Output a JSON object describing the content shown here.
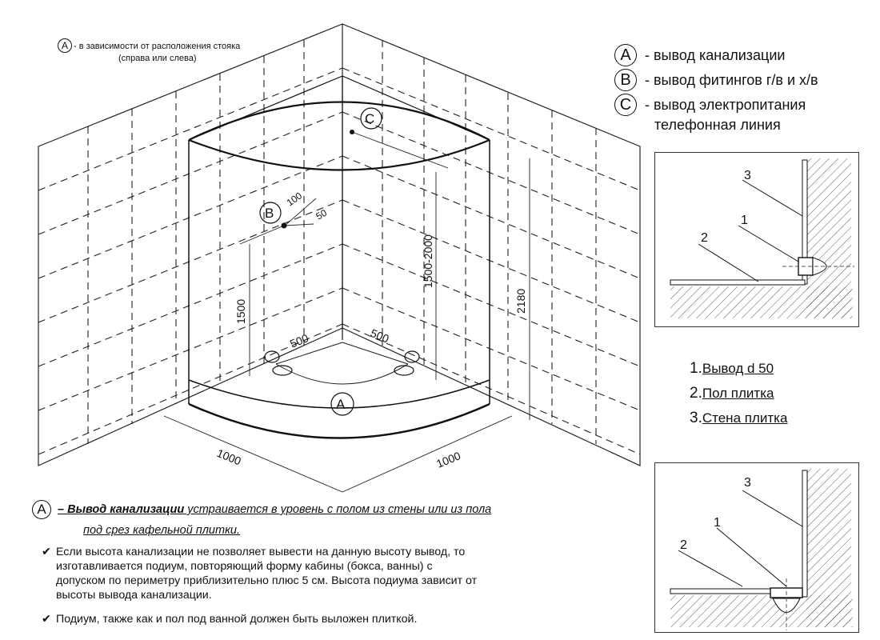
{
  "top_note": {
    "label": "A",
    "text": "- в зависимости от расположения стояка",
    "text2": "(справа или слева)"
  },
  "legend": [
    {
      "label": "A",
      "text": "- вывод канализации"
    },
    {
      "label": "B",
      "text": "- вывод фитингов г/в и х/в"
    },
    {
      "label": "C",
      "text": "- вывод электропитания"
    },
    {
      "label": "",
      "text": "телефонная линия"
    }
  ],
  "diagram": {
    "marker_a": "A",
    "marker_b": "B",
    "marker_c": "C",
    "dim_100": "100",
    "dim_50": "50",
    "dim_1500": "1500",
    "dim_1500_2000": "1500-2000",
    "dim_2180": "2180",
    "dim_500_left": "500",
    "dim_500_right": "500",
    "dim_1000_left": "1000",
    "dim_1000_right": "1000"
  },
  "detail_labels": {
    "top_1": "1",
    "top_2": "2",
    "top_3": "3",
    "bot_1": "1",
    "bot_2": "2",
    "bot_3": "3"
  },
  "parts_list": [
    {
      "num": "1.",
      "text": "Вывод d 50"
    },
    {
      "num": "2.",
      "text": "Пол плитка"
    },
    {
      "num": "3.",
      "text": "Стена плитка"
    }
  ],
  "notes": {
    "label": "A",
    "heading_bold": "– Вывод канализации",
    "heading_rest": " устраивается в уровень с полом из стены или из пола",
    "heading_line2": "под срез кафельной плитки.",
    "bullet1_lines": [
      "Если высота канализации не позволяет вывести на данную высоту вывод, то",
      "изготавливается подиум, повторяющий форму кабины (бокса, ванны) с",
      "допуском по периметру приблизительно плюс 5 см. Высота подиума зависит от",
      "высоты вывода канализации."
    ],
    "bullet2": "Подиум, также как и пол под ванной должен быть выложен плиткой.",
    "check_icon": "✔"
  }
}
